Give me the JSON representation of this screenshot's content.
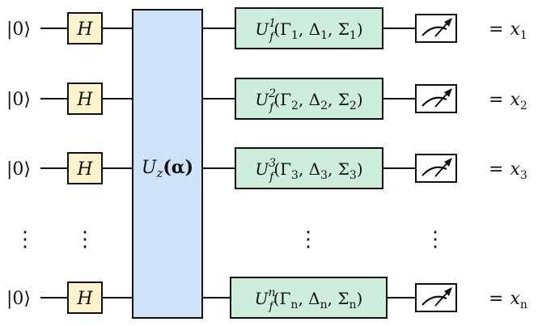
{
  "colors": {
    "hadamard_fill": "#fdf3cf",
    "entangler_fill": "#cfe3f8",
    "uf_fill": "#cdeedd",
    "meter_fill": "#ffffff",
    "stroke": "#111111"
  },
  "hadamard_label": "H",
  "entangler": {
    "op": "U",
    "sub": "z",
    "arg": "(α)"
  },
  "ellipsis": "⋮",
  "meter_icon": "measurement-meter-icon",
  "qubits": [
    {
      "ket": "|0⟩",
      "uf_sup": "1",
      "uf_args": [
        "Γ",
        "1",
        "Δ",
        "1",
        "Σ",
        "1"
      ],
      "out_sub": "1"
    },
    {
      "ket": "|0⟩",
      "uf_sup": "2",
      "uf_args": [
        "Γ",
        "2",
        "Δ",
        "2",
        "Σ",
        "2"
      ],
      "out_sub": "2"
    },
    {
      "ket": "|0⟩",
      "uf_sup": "3",
      "uf_args": [
        "Γ",
        "3",
        "Δ",
        "3",
        "Σ",
        "3"
      ],
      "out_sub": "3"
    },
    {
      "ket": "|0⟩",
      "uf_sup": "n",
      "uf_args": [
        "Γ",
        "n",
        "Δ",
        "n",
        "Σ",
        "n"
      ],
      "out_sub": "n"
    }
  ]
}
